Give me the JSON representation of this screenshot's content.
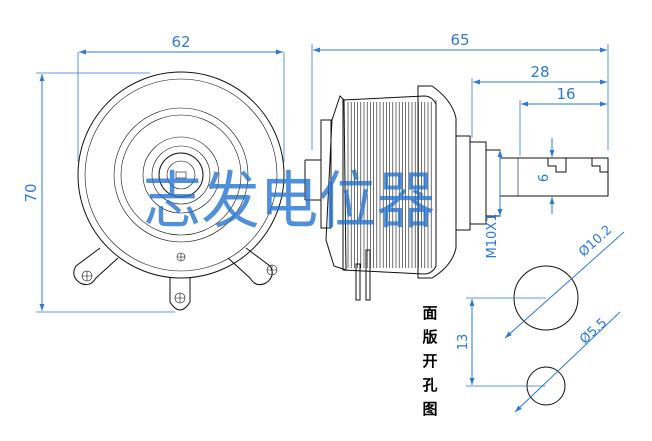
{
  "watermark": "志发电位器",
  "dimensions": {
    "front_width": "62",
    "front_height": "70",
    "side_length": "65",
    "shaft_length": "28",
    "shaft_flat_length": "16",
    "shaft_flat_width": "6",
    "thread": "M10X1",
    "hole_large": "Ø10.2",
    "hole_small": "Ø5.5",
    "hole_spacing": "13"
  },
  "panel_label": [
    "面",
    "版",
    "开",
    "孔",
    "图"
  ],
  "colors": {
    "dimension": "#2a7ad6",
    "watermark": "#1f6fd0",
    "outline": "#111111"
  }
}
